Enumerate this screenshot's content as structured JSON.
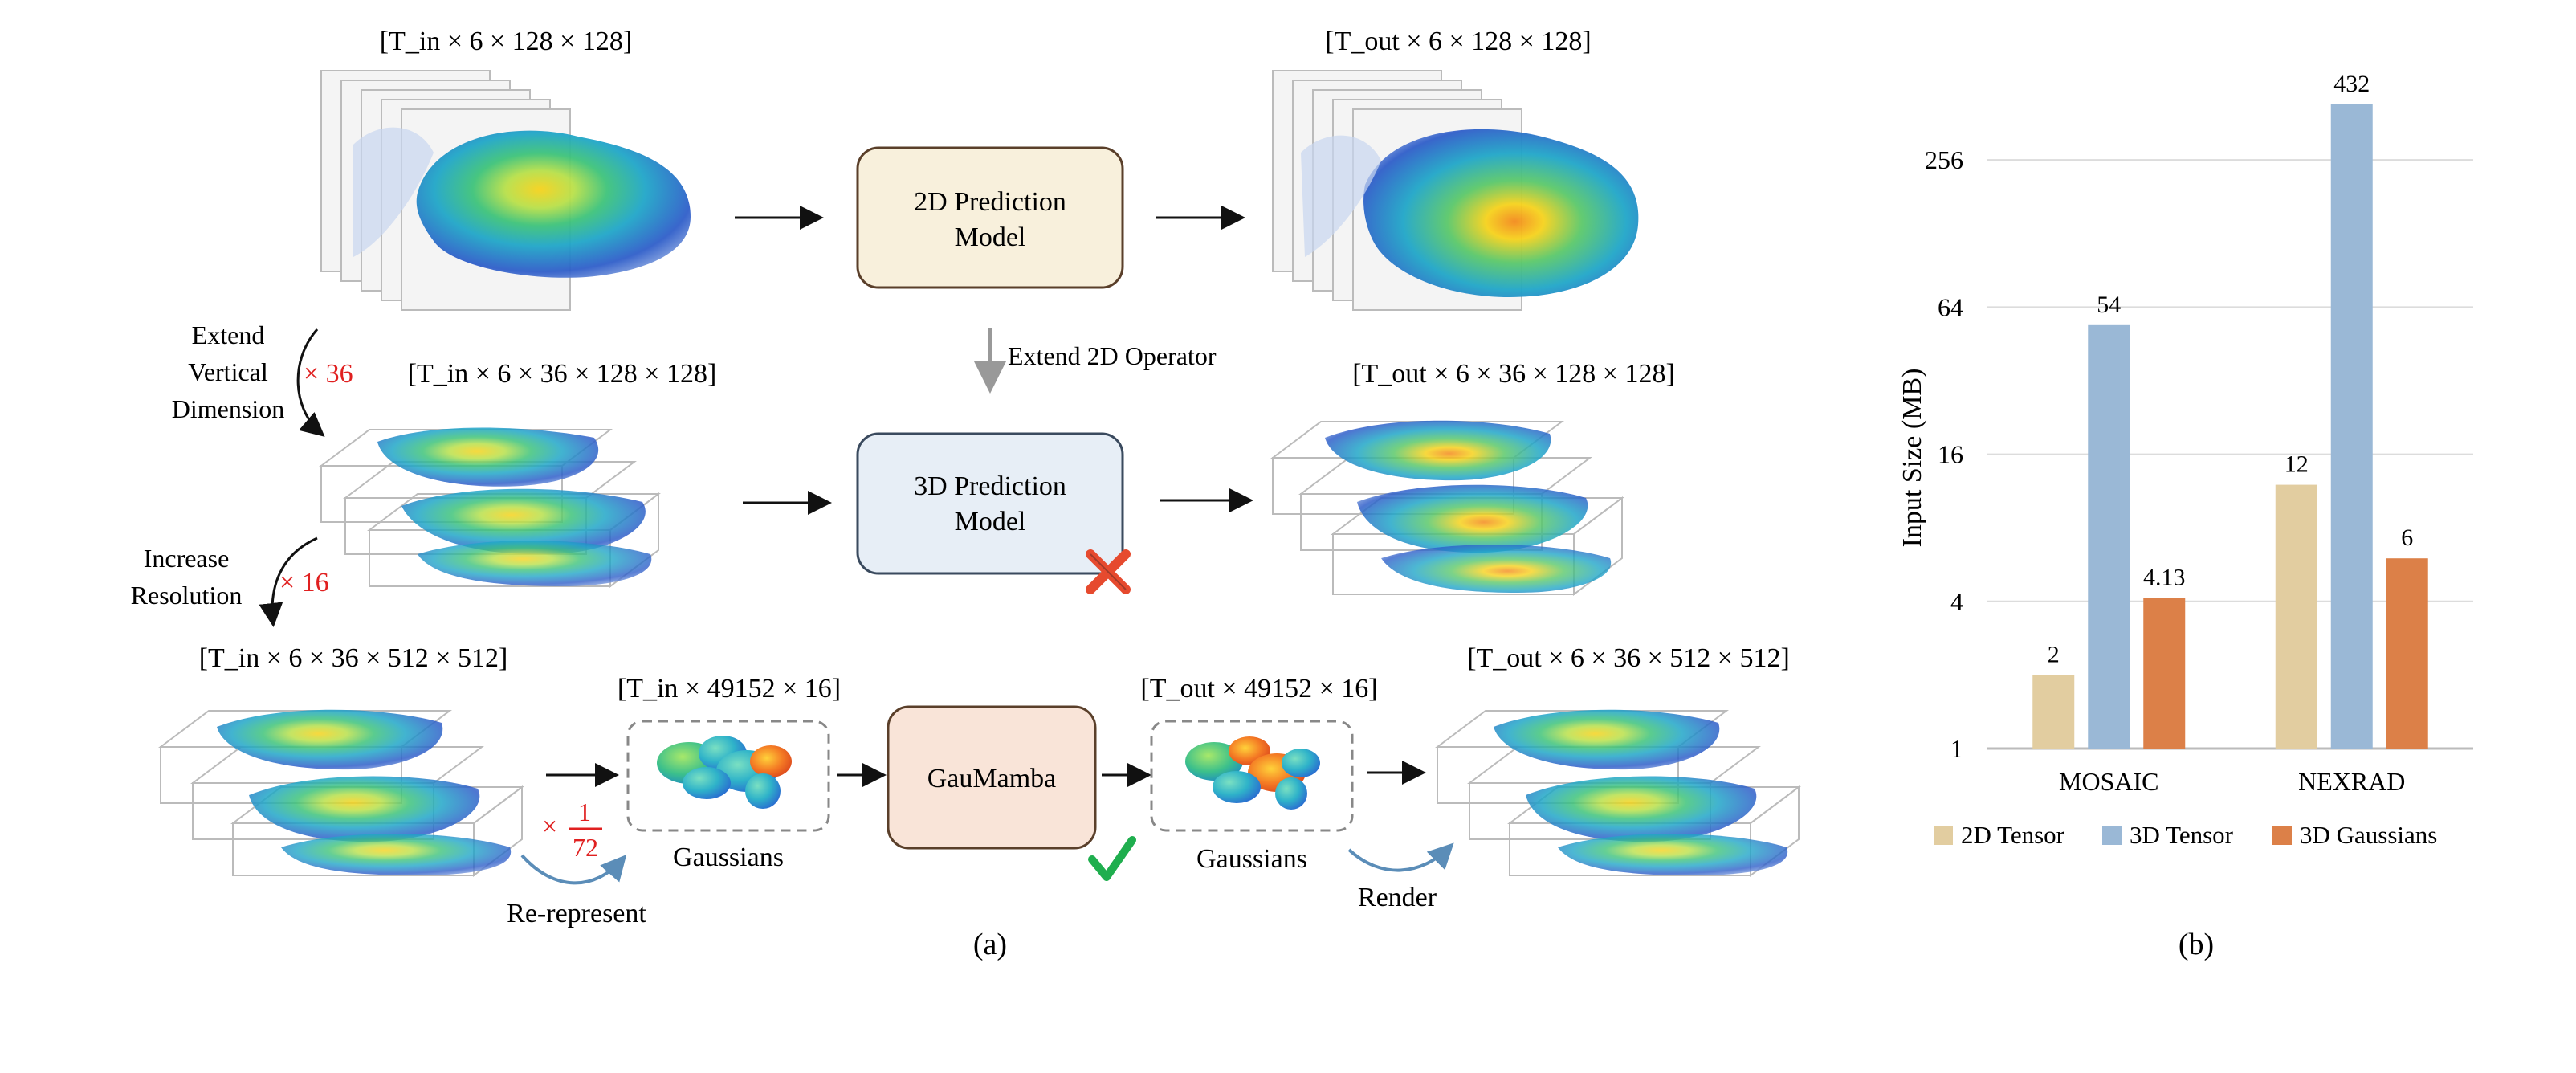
{
  "panel_a": {
    "caption": "(a)",
    "row1": {
      "input_shape": "[T_in × 6 × 128 × 128]",
      "output_shape": "[T_out × 6 × 128 × 128]",
      "model_line1": "2D Prediction",
      "model_line2": "Model"
    },
    "extend_vertical": {
      "line1": "Extend",
      "line2": "Vertical",
      "line3": "Dimension",
      "factor": "× 36"
    },
    "extend_operator": "Extend 2D Operator",
    "row2": {
      "input_shape": "[T_in × 6 × 36 × 128 × 128]",
      "output_shape": "[T_out × 6 × 36 × 128 × 128]",
      "model_line1": "3D Prediction",
      "model_line2": "Model"
    },
    "increase_resolution": {
      "line1": "Increase",
      "line2": "Resolution",
      "factor": "× 16"
    },
    "row3": {
      "input_shape": "[T_in × 6 × 36 × 512 × 512]",
      "gauss_in_shape": "[T_in × 49152 × 16]",
      "gauss_out_shape": "[T_out × 49152 × 16]",
      "output_shape": "[T_out × 6 × 36 × 512 × 512]",
      "model": "GauMamba",
      "gaussians_label_1": "Gaussians",
      "gaussians_label_2": "Gaussians",
      "re_represent": "Re-represent",
      "render": "Render",
      "reduction_times": "×",
      "reduction_num": "1",
      "reduction_den": "72"
    }
  },
  "panel_b": {
    "caption": "(b)",
    "chart_data": {
      "type": "bar",
      "ylabel": "Input Size (MB)",
      "y_scale": "log2",
      "ylim": [
        1,
        432
      ],
      "y_ticks": [
        "1",
        "4",
        "16",
        "64",
        "256"
      ],
      "categories": [
        "MOSAIC",
        "NEXRAD"
      ],
      "series": [
        {
          "name": "2D Tensor",
          "values": [
            2,
            12
          ],
          "labels": [
            "2",
            "12"
          ],
          "color": "#E2CDA0"
        },
        {
          "name": "3D Tensor",
          "values": [
            54,
            432
          ],
          "labels": [
            "54",
            "432"
          ],
          "color": "#9AB8D6"
        },
        {
          "name": "3D Gaussians",
          "values": [
            4.13,
            6
          ],
          "labels": [
            "4.13",
            "6"
          ],
          "color": "#DC8048"
        }
      ],
      "grid": true,
      "legend_position": "bottom"
    }
  }
}
